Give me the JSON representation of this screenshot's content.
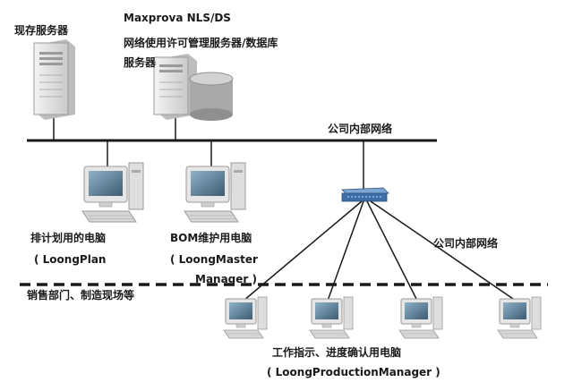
{
  "labels": {
    "existing_server": "现存服务器",
    "license_title": "Maxprova NLS/DS",
    "license_sub1": "网络使用许可管理服务器/数据库",
    "license_sub2": "服务器",
    "lan_top": "公司内部网络",
    "lan_right": "公司内部网络",
    "planning_pc_1": "排计划用的电脑",
    "planning_pc_2": "( LoongPlan",
    "bom_pc_1": "BOM维护用电脑",
    "bom_pc_2": "( LoongMaster",
    "bom_pc_3": "Manager )",
    "sales_dept": "销售部门、制造现场等",
    "work_pc_1": "工作指示、进度确认用电脑",
    "work_pc_2": "( LoongProductionManager )"
  },
  "colors": {
    "line": "#1a1a1a",
    "server_body": "#e9e9e9",
    "screen": "#5a7890",
    "switch": "#3e6ea8"
  }
}
